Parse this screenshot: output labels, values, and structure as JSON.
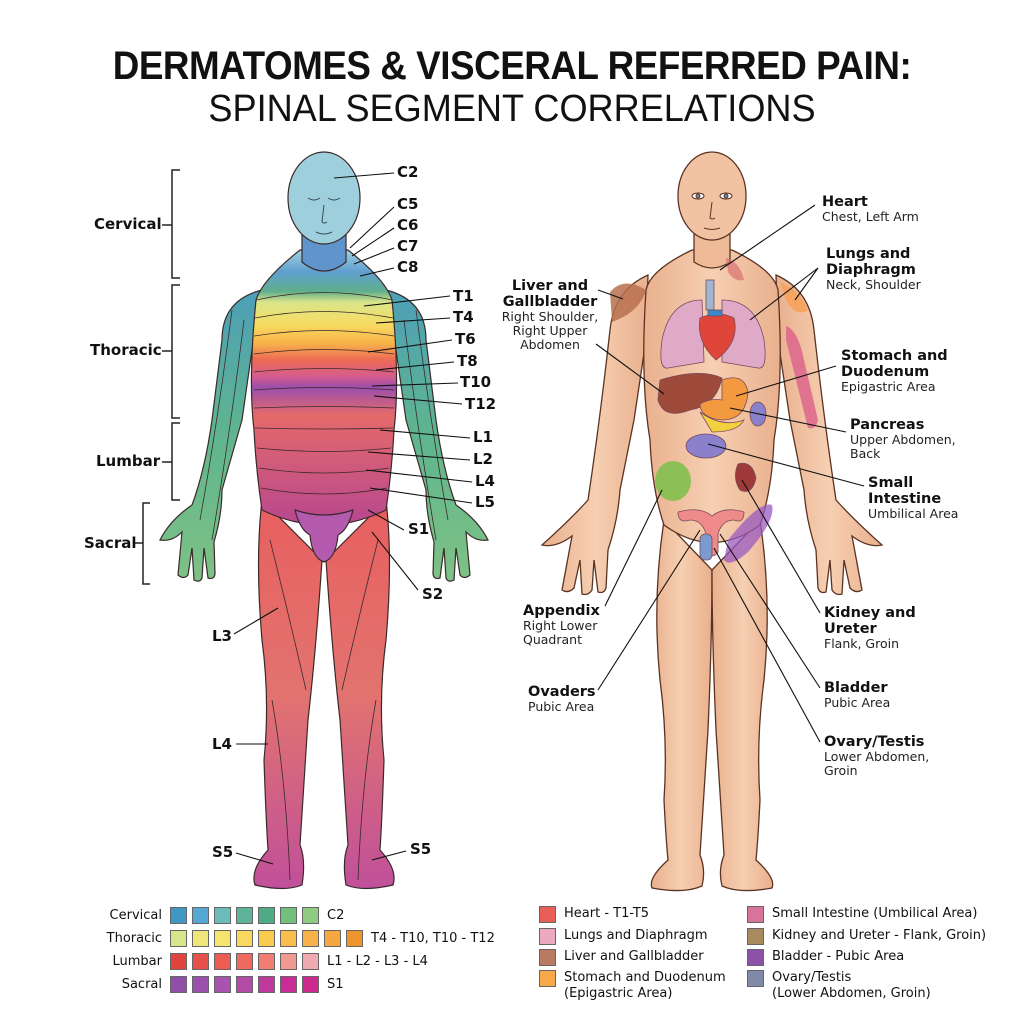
{
  "title": {
    "line1": "DERMATOMES & VISCERAL REFERRED PAIN:",
    "line2": "SPINAL SEGMENT CORRELATIONS"
  },
  "dermatome_figure": {
    "regions": [
      {
        "label": "Cervical"
      },
      {
        "label": "Thoracic"
      },
      {
        "label": "Lumbar"
      },
      {
        "label": "Sacral"
      }
    ],
    "segment_labels": [
      "C2",
      "C5",
      "C6",
      "C7",
      "C8",
      "T1",
      "T4",
      "T6",
      "T8",
      "T10",
      "T12",
      "L1",
      "L2",
      "L4",
      "L5",
      "S1",
      "S2",
      "L3",
      "L4",
      "S5",
      "S5"
    ]
  },
  "visceral_figure": {
    "organs": [
      {
        "name": "Heart",
        "desc": "Chest, Left Arm"
      },
      {
        "name": "Lungs and Diaphragm",
        "name_lines": [
          "Lungs and",
          "Diaphragm"
        ],
        "desc": "Neck, Shoulder"
      },
      {
        "name": "Liver and Gallbladder",
        "name_lines": [
          "Liver and",
          "Gallbladder"
        ],
        "desc_lines": [
          "Right Shoulder,",
          "Right Upper",
          "Abdomen"
        ]
      },
      {
        "name": "Stomach and Duodenum",
        "name_lines": [
          "Stomach and",
          "Duodenum"
        ],
        "desc": "Epigastric Area"
      },
      {
        "name": "Pancreas",
        "desc_lines": [
          "Upper Abdomen,",
          "Back"
        ]
      },
      {
        "name": "Small Intestine",
        "name_lines": [
          "Small",
          "Intestine"
        ],
        "desc": "Umbilical Area"
      },
      {
        "name": "Appendix",
        "desc_lines": [
          "Right Lower",
          "Quadrant"
        ]
      },
      {
        "name": "Ovaders",
        "desc": "Pubic Area"
      },
      {
        "name": "Kidney and Ureter",
        "name_lines": [
          "Kidney and",
          "Ureter"
        ],
        "desc": "Flank, Groin"
      },
      {
        "name": "Bladder",
        "desc": "Pubic Area"
      },
      {
        "name": "Ovary/Testis",
        "desc_lines": [
          "Lower Abdomen,",
          "Groin"
        ]
      }
    ]
  },
  "dermatome_legend": [
    {
      "label": "Cervical",
      "text": "C2",
      "colors": [
        "#3f97c4",
        "#55a8d3",
        "#6cbcbc",
        "#5fb39a",
        "#4faa86",
        "#73c07e",
        "#8fcb82"
      ]
    },
    {
      "label": "Thoracic",
      "text": "T4 - T10, T10 - T12",
      "colors": [
        "#d9e58a",
        "#efe57a",
        "#f5e46e",
        "#f8d85e",
        "#f9cb4f",
        "#f9bd4e",
        "#f8b24a",
        "#f6a742",
        "#ef9530"
      ]
    },
    {
      "label": "Lumbar",
      "text": "L1 - L2 - L3 - L4",
      "colors": [
        "#e0443c",
        "#e6504a",
        "#ec5d52",
        "#ee6a5e",
        "#f07e72",
        "#f09a92",
        "#eeaab0"
      ]
    },
    {
      "label": "Sacral",
      "text": "S1",
      "colors": [
        "#8f4fa8",
        "#9b50ae",
        "#a853b0",
        "#b24aa6",
        "#bd3a9c",
        "#c82d95",
        "#cd2a8e"
      ]
    }
  ],
  "organ_legend": {
    "col1": [
      {
        "text": "Heart - T1-T5",
        "color": "#e85e58"
      },
      {
        "text": "Lungs and Diaphragm",
        "color": "#ecaac0"
      },
      {
        "text": "Liver and Gallbladder",
        "color": "#b87b62"
      },
      {
        "text": "Stomach and Duodenum",
        "text2": "(Epigastric Area)",
        "color": "#f7a94a"
      }
    ],
    "col2": [
      {
        "text": "Small Intestine (Umbilical Area)",
        "color": "#d8739c"
      },
      {
        "text": "Kidney and Ureter - Flank, Groin)",
        "color": "#a88a5e"
      },
      {
        "text": "Bladder - Pubic Area",
        "color": "#8d52a8"
      },
      {
        "text": "Ovary/Testis",
        "text2": "(Lower Abdomen, Groin)",
        "color": "#7f8aa8"
      }
    ]
  }
}
